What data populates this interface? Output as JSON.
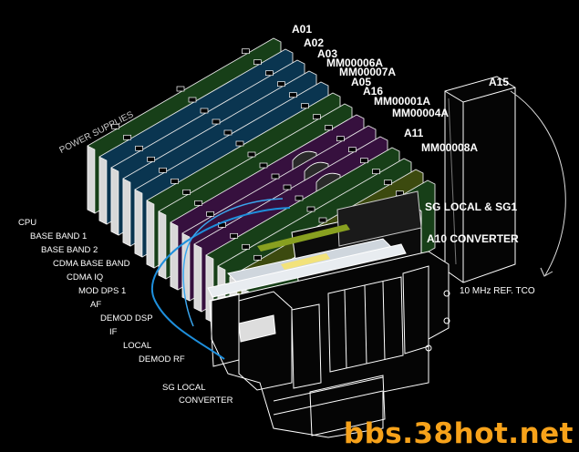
{
  "labels": {
    "top": [
      "A01",
      "A02",
      "A03",
      "MM00006A",
      "MM00007A",
      "A05",
      "A16",
      "MM00001A",
      "MM00004A",
      "A11",
      "MM00008A"
    ],
    "right": {
      "a15": "A15",
      "sg_local_sg1": "SG LOCAL & SG1",
      "a10_converter": "A10 CONVERTER",
      "ref_tco": "10 MHz REF. TCO"
    },
    "power_supplies": "POWER SUPPLIES",
    "left": [
      "CPU",
      "BASE BAND 1",
      "BASE BAND 2",
      "CDMA BASE BAND",
      "CDMA IQ",
      "MOD DPS 1",
      "AF",
      "DEMOD DSP",
      "IF",
      "LOCAL",
      "DEMOD RF"
    ],
    "bottom": [
      "SG LOCAL",
      "CONVERTER"
    ]
  },
  "watermark": "bbs.38hot.net",
  "colors": {
    "blue_board": "#0a3550",
    "green_board": "#173f18",
    "purple_board": "#36103e",
    "olive_board": "#3c4a0f",
    "highlight_blue": "#1e8fdc",
    "watermark": "#f7a21a"
  }
}
